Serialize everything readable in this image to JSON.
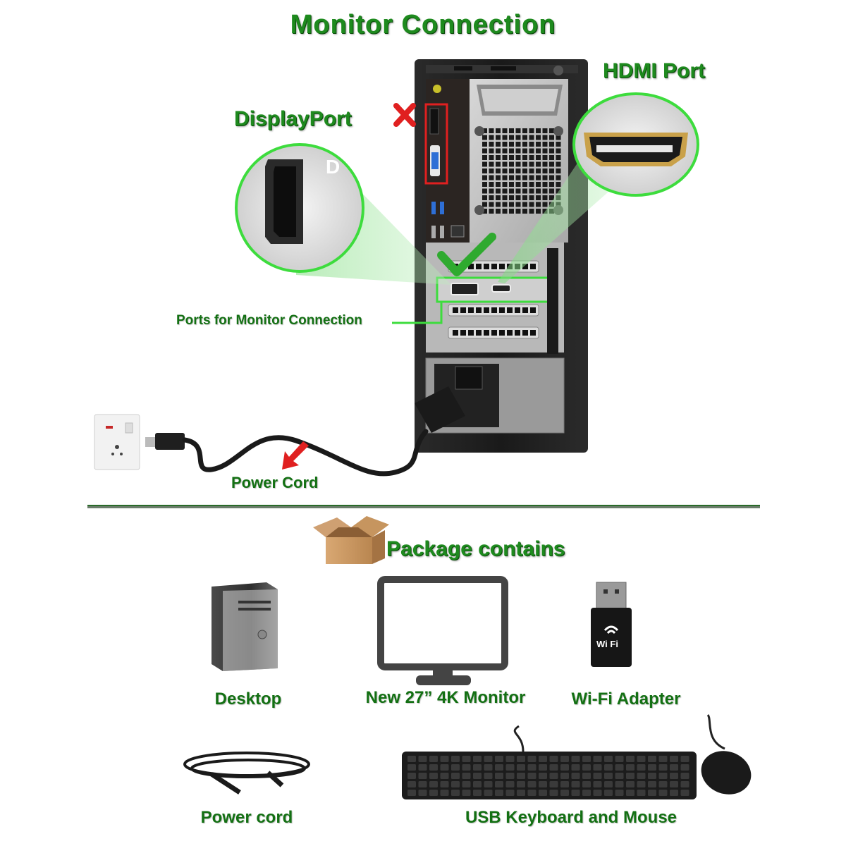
{
  "header": {
    "title": "Monitor Connection"
  },
  "callouts": {
    "hdmi": "HDMI Port",
    "displayport": "DisplayPort",
    "ports_for_monitor": "Ports for Monitor Connection",
    "power_cord": "Power Cord"
  },
  "markers": {
    "onboard_ports_status": "not-recommended",
    "gpu_ports_status": "recommended",
    "reject_icon": "red-x-icon",
    "accept_icon": "green-check-icon"
  },
  "package": {
    "title": "Package contains",
    "items": [
      {
        "label": "Desktop",
        "icon": "desktop-tower-icon"
      },
      {
        "label": "New 27” 4K Monitor",
        "icon": "monitor-icon"
      },
      {
        "label": "Wi-Fi Adapter",
        "icon": "wifi-adapter-icon"
      },
      {
        "label": "Power cord",
        "icon": "power-cord-icon"
      },
      {
        "label": "USB Keyboard and Mouse",
        "icon": "keyboard-mouse-icon"
      }
    ],
    "wifi_badge": "Wi Fi"
  },
  "colors": {
    "title_green": "#1e8a1e",
    "highlight_green": "#3ddc3d",
    "reject_red": "#e02020",
    "case_black": "#1d1d1d"
  }
}
